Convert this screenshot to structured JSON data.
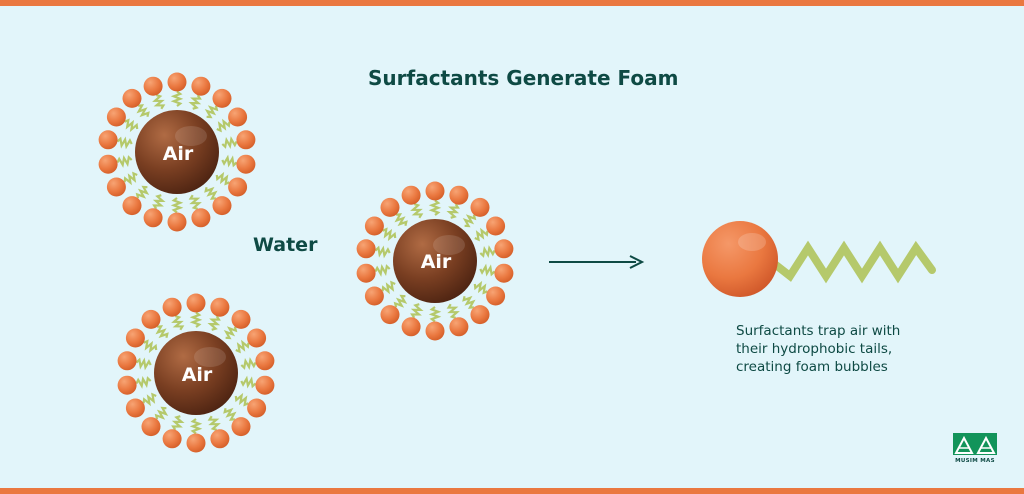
{
  "title": "Surfactants Generate Foam",
  "water_label": "Water",
  "bubbles": [
    {
      "label": "Air"
    },
    {
      "label": "Air"
    },
    {
      "label": "Air"
    }
  ],
  "caption": {
    "line1": "Surfactants trap air with",
    "line2": "their hydrophobic tails,",
    "line3": "creating foam bubbles"
  },
  "logo": {
    "text": "MUSIM MAS"
  },
  "colors": {
    "background": "#e2f5fa",
    "accent_bar": "#ea7840",
    "head": "#ea7840",
    "tail": "#b5c96b",
    "air_core": "#7a3f22",
    "text": "#0e4a44"
  }
}
